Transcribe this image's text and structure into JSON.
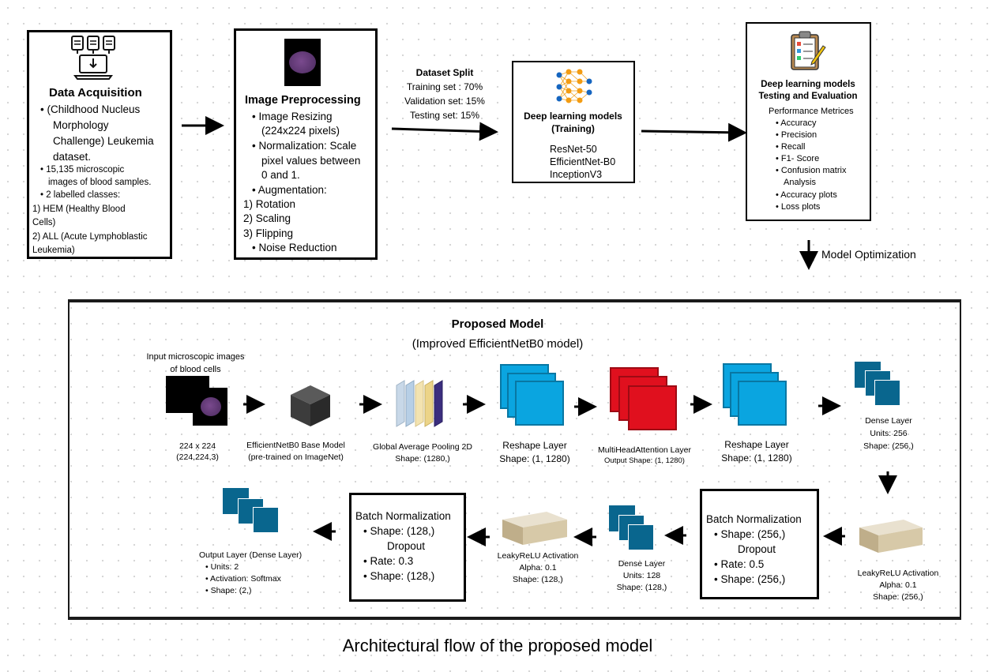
{
  "data_acquisition": {
    "title": "Data Acquisition",
    "lines": [
      "• (Childhood Nucleus",
      "Morphology",
      "Challenge) Leukemia",
      "dataset.",
      "• 15,135 microscopic",
      "images of blood samples.",
      "• 2 labelled classes:",
      "1)  HEM (Healthy Blood",
      "Cells)",
      "2) ALL (Acute Lymphoblastic",
      "Leukemia)"
    ]
  },
  "image_preprocessing": {
    "title": "Image Preprocessing",
    "lines": [
      "• Image Resizing",
      "(224x224 pixels)",
      "• Normalization: Scale",
      "pixel values between",
      "0 and 1.",
      "• Augmentation:",
      "1) Rotation",
      "2) Scaling",
      "3) Flipping",
      "• Noise Reduction"
    ]
  },
  "dataset_split": {
    "title": "Dataset Split",
    "lines": [
      "Training set : 70%",
      "Validation set: 15%",
      "Testing set: 15%"
    ]
  },
  "training": {
    "title_1": "Deep learning models",
    "title_2": "(Training)",
    "models": [
      "ResNet-50",
      "EfficientNet-B0",
      "InceptionV3"
    ]
  },
  "evaluation": {
    "title_1": "Deep learning models",
    "title_2": "Testing and Evaluation",
    "subtitle": "Performance Metrices",
    "items": [
      "• Accuracy",
      "• Precision",
      "• Recall",
      "• F1- Score",
      "• Confusion matrix",
      "Analysis",
      "• Accuracy plots",
      "• Loss plots"
    ]
  },
  "model_optimization": "Model Optimization",
  "proposed": {
    "title": "Proposed Model",
    "subtitle": "(Improved EfficientNetB0 model)",
    "input_label": [
      "Input microscopic images",
      "of blood cells"
    ],
    "input_caption": [
      "224 x 224",
      "(224,224,3)"
    ],
    "base_model": [
      "EfficientNetB0 Base Model",
      "(pre-trained on ImageNet)"
    ],
    "gap": [
      "Global Average Pooling 2D",
      "Shape: (1280,)"
    ],
    "reshape1": [
      "Reshape Layer",
      "Shape: (1, 1280)"
    ],
    "mha": [
      "MultiHeadAttention Layer",
      "Output Shape: (1, 1280)"
    ],
    "reshape2": [
      "Reshape Layer",
      "Shape: (1, 1280)"
    ],
    "dense256": [
      "Dense Layer",
      "Units: 256",
      "Shape: (256,)"
    ],
    "leaky256": [
      "LeakyReLU Activation",
      "Alpha: 0.1",
      "Shape: (256,)"
    ],
    "bn256": [
      "Batch Normalization",
      "• Shape: (256,)",
      "Dropout",
      "• Rate: 0.5",
      "• Shape: (256,)"
    ],
    "dense128": [
      "Dense Layer",
      "Units: 128",
      "Shape: (128,)"
    ],
    "leaky128": [
      "LeakyReLU Activation",
      "Alpha: 0.1",
      "Shape: (128,)"
    ],
    "bn128": [
      "Batch Normalization",
      "• Shape: (128,)",
      "Dropout",
      "• Rate: 0.3",
      "• Shape: (128,)"
    ],
    "output": [
      "Output Layer (Dense Layer)",
      "• Units: 2",
      "• Activation: Softmax",
      "• Shape: (2,)"
    ]
  },
  "caption": "Architectural flow of the proposed model",
  "colors": {
    "blue": "#0aa5e0",
    "dark_blue": "#09668e",
    "red": "#e0101e",
    "beige": "#d8ccb2"
  }
}
